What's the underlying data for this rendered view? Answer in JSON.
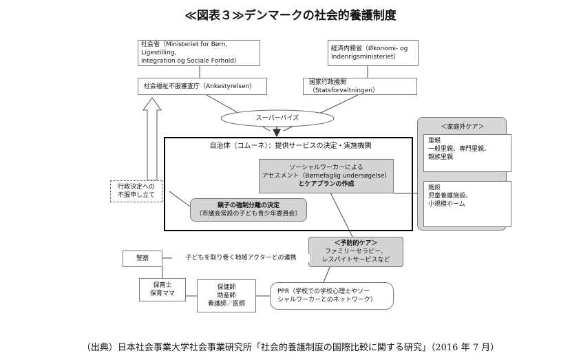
{
  "title": "≪図表３≫デンマークの社会的養護制度",
  "nodes": {
    "ministry_social": {
      "line1": "社会省（Ministeriet for Børn, Ligestilling,",
      "line2": "Integration og Sociale Forhold）"
    },
    "ministry_economy": {
      "line1": "経済内務省（Økonomi- og",
      "line2": "Indenrigsministeriet）"
    },
    "appeals_board": {
      "text": "社会福祉不服審査庁（Ankestyrelsen）"
    },
    "state_admin": {
      "text": "国家行政機関（Statsforvaltningen）"
    },
    "supervise": {
      "text": "スーパーバイズ"
    },
    "municipality": {
      "text": "自治体（コムーネ）：提供サービスの決定・実施機関"
    },
    "assessment": {
      "line1": "ソーシャルワーカーによる",
      "line2": "アセスメント（Børnefaglig undersøgelse）",
      "line3": "とケアプランの作成"
    },
    "forced": {
      "line1": "親子の強制分離の決定",
      "line2": "（市議会常設の子ども青少年委員会）"
    },
    "appeal": {
      "line1": "行政決定への",
      "line2": "不服申し立て"
    },
    "outside_care": {
      "heading": "＜家庭外ケア＞",
      "foster": {
        "line1": "里親",
        "line2": "一般里親、専門里親、",
        "line3": "親族里親"
      },
      "facility": {
        "line1": "施設",
        "line2": "児童養護施設、",
        "line3": "小規模ホーム"
      }
    },
    "preventive": {
      "line1": "＜予防的ケア＞",
      "line2": "ファミリーセラピー、",
      "line3": "レスパイトサービスなど"
    },
    "police": {
      "text": "警察"
    },
    "community": {
      "text": "子どもを取り巻く地域アクターとの連携"
    },
    "nursery": {
      "line1": "保育士",
      "line2": "保育ママ"
    },
    "health": {
      "line1": "保健師",
      "line2": "助産師",
      "line3": "看護師／医師"
    },
    "ppr": {
      "line1": "PPR（学校での学校心理士やソー",
      "line2": "シャルワーカーとのネットワーク）"
    }
  },
  "caption": "（出典）日本社会事業大学社会事業研究所「社会的養護制度の国際比較に関する研究」（2016 年 7 月）"
}
